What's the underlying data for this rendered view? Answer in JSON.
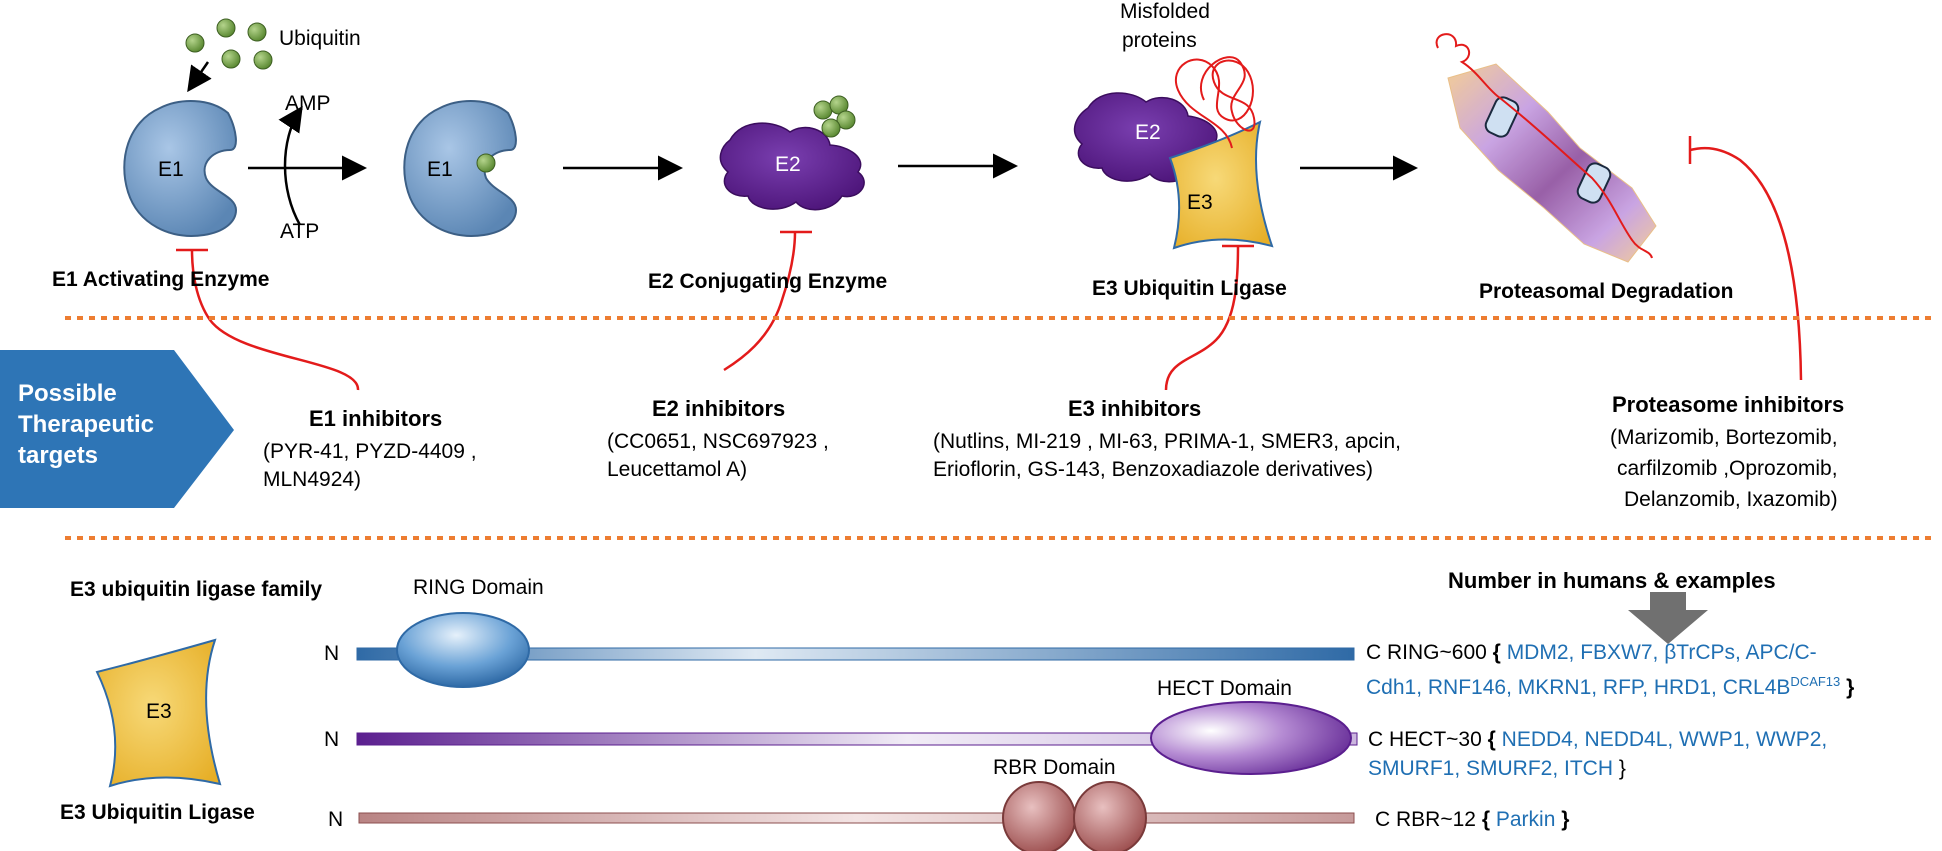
{
  "top": {
    "ubiquitin_label": "Ubiquitin",
    "amp_label": "AMP",
    "atp_label": "ATP",
    "e1_label": "E1",
    "e2_label": "E2",
    "e3_label": "E3",
    "misfolded_line1": "Misfolded",
    "misfolded_line2": "proteins",
    "captions": {
      "e1": "E1 Activating Enzyme",
      "e2": "E2 Conjugating Enzyme",
      "e3": "E3 Ubiquitin Ligase",
      "proteasome": "Proteasomal Degradation"
    }
  },
  "middle": {
    "banner_line1": "Possible",
    "banner_line2": "Therapeutic",
    "banner_line3": "targets",
    "e1_inhibitors": {
      "title": "E1 inhibitors",
      "line1": "(PYR-41, PYZD-4409 ,",
      "line2": "MLN4924)"
    },
    "e2_inhibitors": {
      "title": "E2 inhibitors",
      "line1": "(CC0651, NSC697923 ,",
      "line2": "Leucettamol A)"
    },
    "e3_inhibitors": {
      "title": "E3 inhibitors",
      "line1": "(Nutlins, MI-219 , MI-63, PRIMA-1, SMER3, apcin,",
      "line2": "Erioflorin, GS-143, Benzoxadiazole derivatives)"
    },
    "proteasome_inhibitors": {
      "title": "Proteasome inhibitors",
      "line1": "(Marizomib, Bortezomib,",
      "line2": "carfilzomib ,Oprozomib,",
      "line3": "Delanzomib, Ixazomib)"
    }
  },
  "bottom": {
    "family_title": "E3 ubiquitin ligase family",
    "e3_box_label": "E3",
    "e3_caption": "E3 Ubiquitin Ligase",
    "number_header": "Number in humans & examples",
    "n_label": "N",
    "ring": {
      "domain": "RING Domain",
      "count": "C RING~600",
      "open": "{",
      "examples_line1": "MDM2, FBXW7, βTrCPs, APC/C-",
      "examples_line2": "Cdh1, RNF146, MKRN1, RFP, HRD1, CRL4B",
      "superscript": "DCAF13",
      "close": "}"
    },
    "hect": {
      "domain": "HECT Domain",
      "count": "C HECT~30",
      "open": "{",
      "examples_line1": "NEDD4, NEDD4L, WWP1, WWP2,",
      "examples_line2": "SMURF1, SMURF2, ITCH",
      "close": "}"
    },
    "rbr": {
      "domain": "RBR Domain",
      "count": "C RBR~12",
      "open": "{",
      "examples": "Parkin",
      "close": "}"
    }
  },
  "colors": {
    "e1_blue": "#6f9ac4",
    "e2_purple": "#5b1f8f",
    "e3_gold": "#f2c44a",
    "inhibitor_red": "#e31b1b",
    "banner_blue": "#2e75b6",
    "divider_orange": "#ed7d31",
    "example_blue": "#1f6fb3",
    "ubiquitin_green": "#7aa94e"
  }
}
